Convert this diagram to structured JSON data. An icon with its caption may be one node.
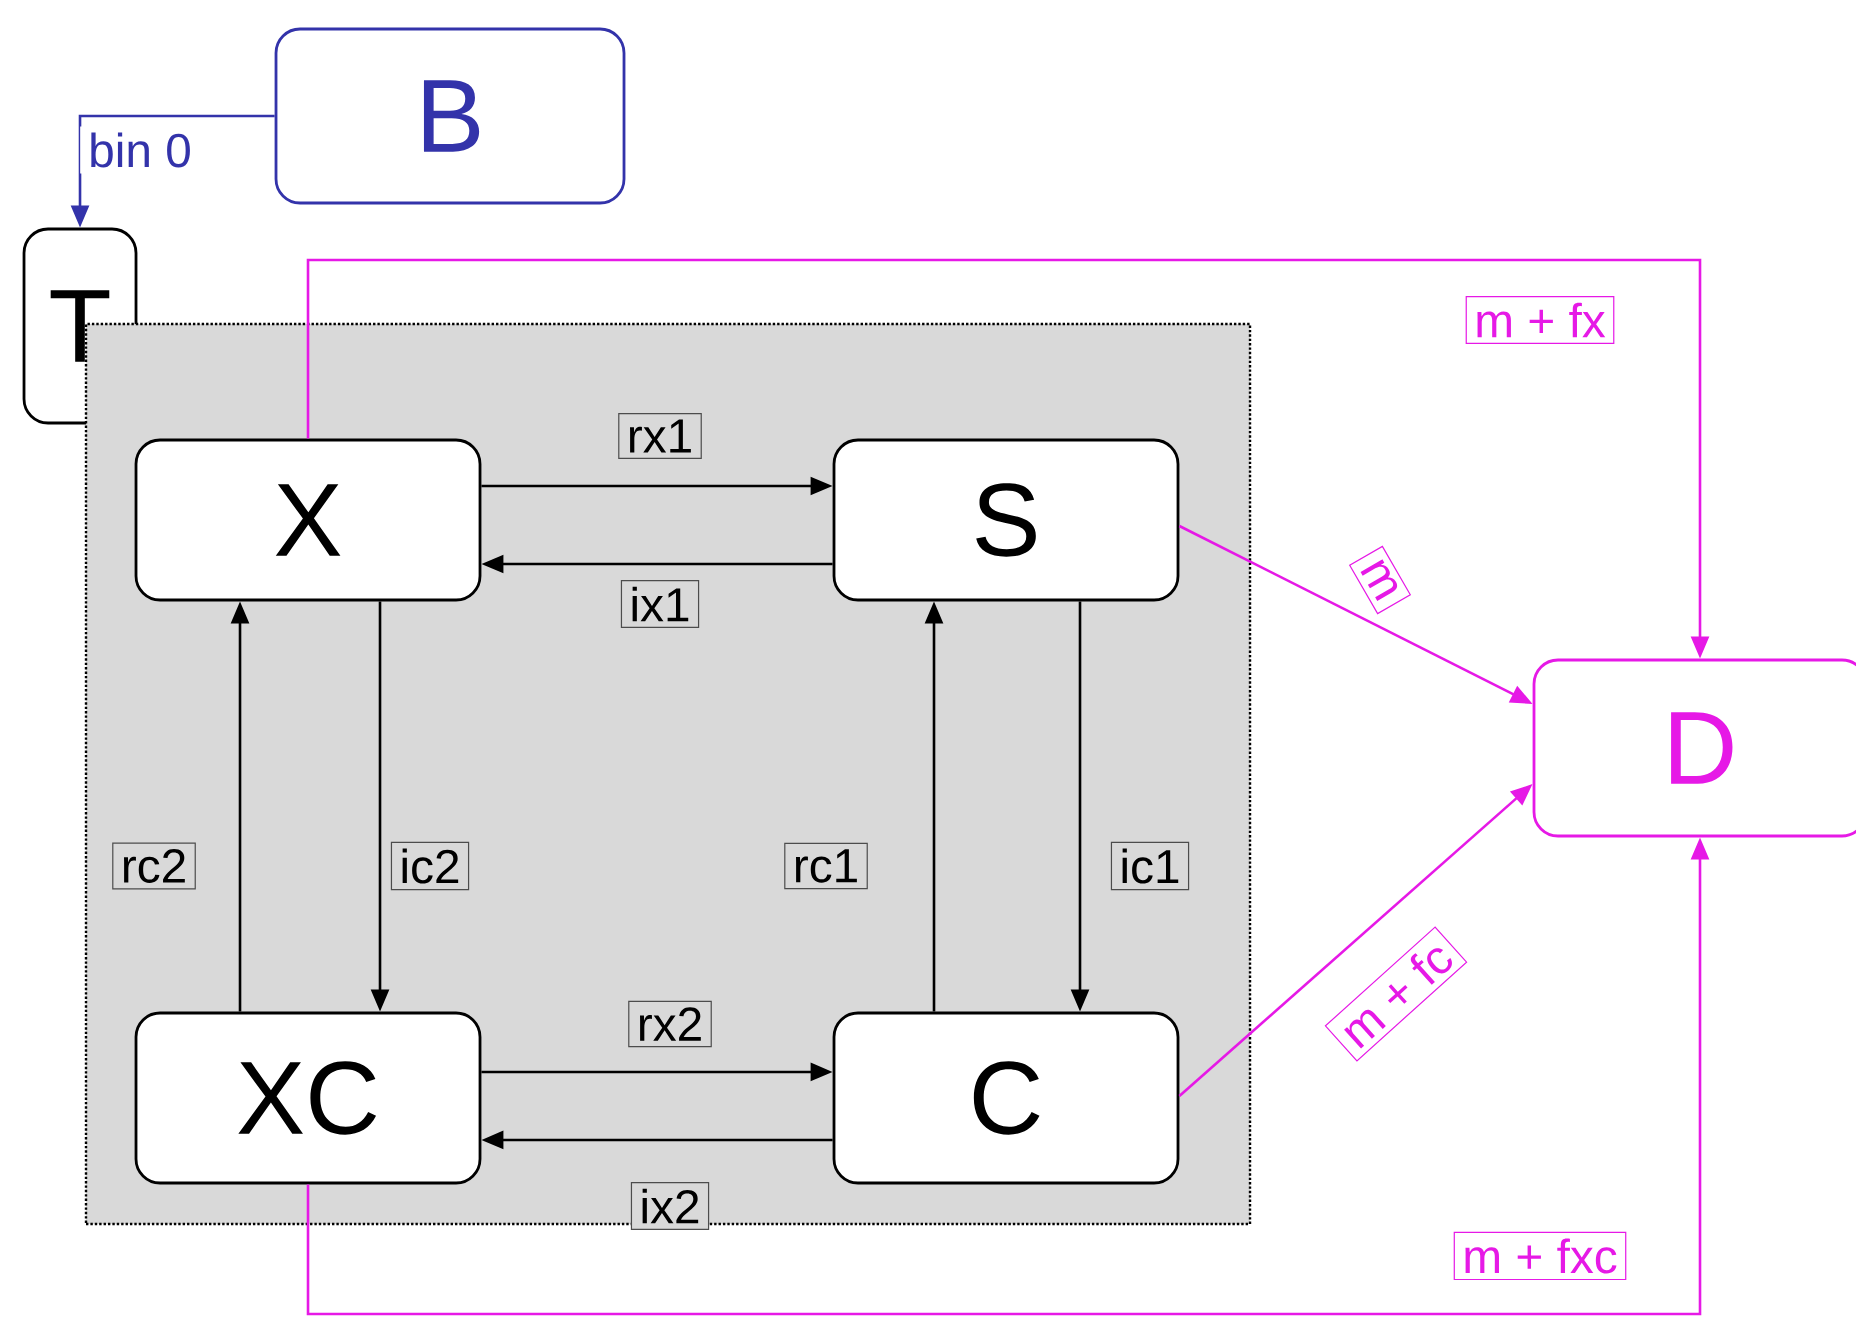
{
  "diagram": {
    "nodes": [
      {
        "text": [
          "B"
        ]
      },
      {
        "text": [
          "T"
        ]
      },
      {
        "text": [],
        "shape": "box"
      },
      {
        "text": [
          "X"
        ],
        "in": 2
      },
      {
        "text": [
          "S"
        ],
        "in": 2
      },
      {
        "text": [
          "XC"
        ],
        "in": 2
      },
      {
        "text": [
          "C"
        ],
        "in": 2
      },
      {
        "text": [
          "D"
        ]
      }
    ],
    "edges": [
      {
        "from": 0,
        "to": 1,
        "arrow": "to",
        "label": "bin 0",
        "color": "#3333aa"
      },
      {
        "from": 3,
        "to": 4,
        "arrow": "to",
        "label": "rx1"
      },
      {
        "from": 4,
        "to": 3,
        "arrow": "to",
        "label": "ix1"
      },
      {
        "from": 3,
        "to": 5,
        "arrow": "to",
        "label": "ic2"
      },
      {
        "from": 5,
        "to": 3,
        "arrow": "to",
        "label": "rc2"
      },
      {
        "from": 4,
        "to": 6,
        "arrow": "to",
        "label": "ic1"
      },
      {
        "from": 6,
        "to": 4,
        "arrow": "to",
        "label": "rc1"
      },
      {
        "from": 5,
        "to": 6,
        "arrow": "to",
        "label": "rx2"
      },
      {
        "from": 6,
        "to": 5,
        "arrow": "to",
        "label": "ix2"
      },
      {
        "from": 3,
        "to": 7,
        "arrow": "to",
        "label": "m + fx",
        "color": "#e619e6"
      },
      {
        "from": 4,
        "to": 7,
        "arrow": "to",
        "label": "m",
        "color": "#e619e6"
      },
      {
        "from": 6,
        "to": 7,
        "arrow": "to",
        "label": "m + fc",
        "color": "#e619e6"
      },
      {
        "from": 5,
        "to": 7,
        "arrow": "to",
        "label": "m + fxc",
        "color": "#e619e6"
      }
    ]
  }
}
